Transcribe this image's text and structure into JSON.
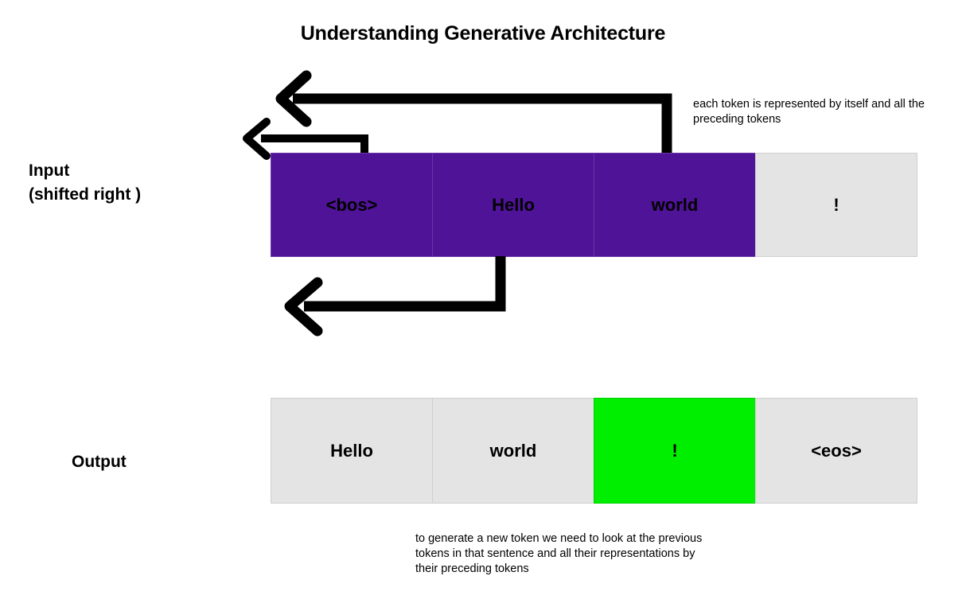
{
  "title": "Understanding Generative Architecture",
  "labels": {
    "input": "Input\n(shifted right )",
    "output": "Output"
  },
  "colors": {
    "token_purple": "#4F1397",
    "token_gray": "#E4E4E4",
    "token_green": "#00EE00",
    "arrow": "#000000",
    "text": "#000000",
    "background": "#FFFFFF"
  },
  "input_row": {
    "name": "input-token-sequence",
    "cells": [
      {
        "token": "<bos>",
        "state": "purple"
      },
      {
        "token": "Hello",
        "state": "purple"
      },
      {
        "token": "world",
        "state": "purple"
      },
      {
        "token": "!",
        "state": "gray"
      }
    ]
  },
  "output_row": {
    "name": "output-token-sequence",
    "cells": [
      {
        "token": "Hello",
        "state": "gray"
      },
      {
        "token": "world",
        "state": "gray"
      },
      {
        "token": "!",
        "state": "green"
      },
      {
        "token": "<eos>",
        "state": "gray"
      }
    ]
  },
  "annotations": {
    "top": "each token is represented by itself and all the preceding tokens",
    "bottom": "to generate a new token we need to look at the previous tokens in that sentence and all their representations by their preceding tokens"
  },
  "arrows": [
    {
      "name": "arrow-world-to-left",
      "from_token": "world",
      "direction": "left",
      "description": "long arrow from the 'world' input cell curving up and left past all preceding tokens"
    },
    {
      "name": "arrow-hello-to-left",
      "from_token": "Hello",
      "direction": "left",
      "description": "short arrow from the 'Hello' input cell curving up and left past the bos token"
    },
    {
      "name": "arrow-input-to-output",
      "from_token": "Hello",
      "direction": "left",
      "description": "arrow descending from the input row toward the output row"
    }
  ]
}
